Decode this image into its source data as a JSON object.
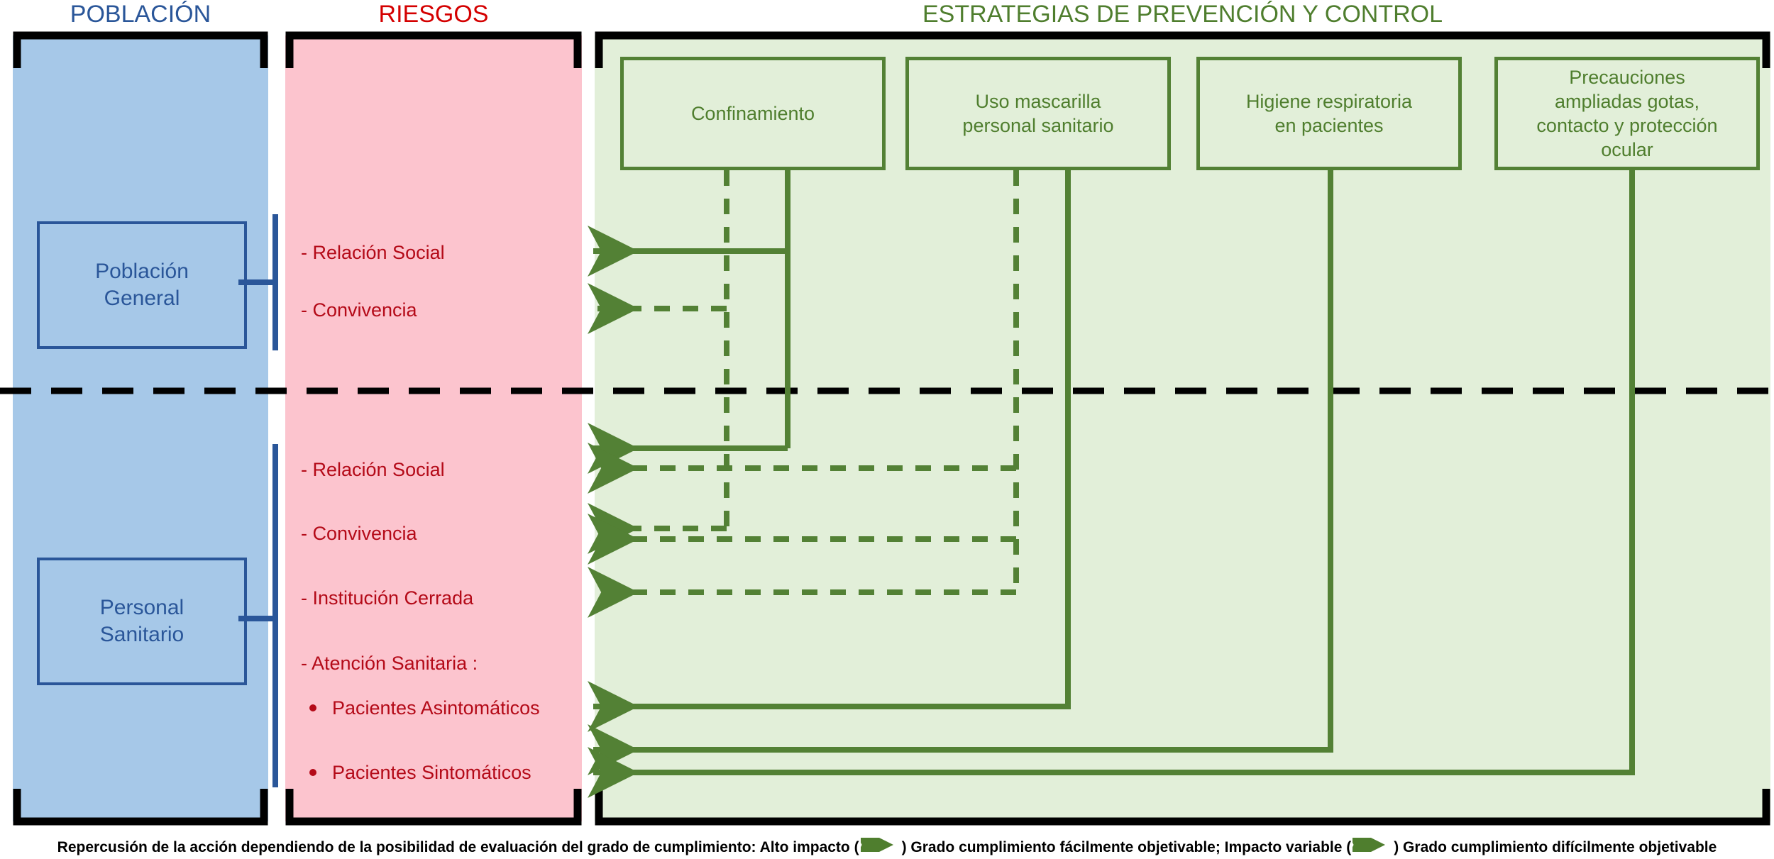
{
  "headers": {
    "poblacion": "POBLACIÓN",
    "riesgos": "RIESGOS",
    "estrategias": "ESTRATEGIAS DE PREVENCIÓN Y CONTROL"
  },
  "colors": {
    "blue_panel": "#a6c8e8",
    "pink_panel": "#fcc4ce",
    "green_panel": "#e2efd9",
    "blue_accent": "#2a5699",
    "red_accent": "#b40a18",
    "green_accent": "#538135",
    "header_green": "#4f7e2e",
    "header_red": "#d40000",
    "bracket_black": "#000000"
  },
  "population": {
    "groups": [
      {
        "label": "Población\nGeneral",
        "line1": "Población",
        "line2": "General"
      },
      {
        "label": "Personal\nSanitario",
        "line1": "Personal",
        "line2": "Sanitario"
      }
    ]
  },
  "risks": {
    "general": [
      {
        "text": "- Relación Social",
        "type": "dash"
      },
      {
        "text": "- Convivencia",
        "type": "dash"
      }
    ],
    "sanitario": [
      {
        "text": "- Relación Social",
        "type": "dash"
      },
      {
        "text": "- Convivencia",
        "type": "dash"
      },
      {
        "text": "- Institución Cerrada",
        "type": "dash"
      },
      {
        "text": "- Atención  Sanitaria :",
        "type": "dash"
      },
      {
        "text": "Pacientes  Asintomáticos",
        "type": "bullet"
      },
      {
        "text": "Pacientes  Sintomáticos",
        "type": "bullet"
      }
    ]
  },
  "strategies": [
    {
      "label": "Confinamiento",
      "lines": [
        "Confinamiento"
      ]
    },
    {
      "label": "Uso mascarilla personal sanitario",
      "lines": [
        "Uso mascarilla",
        "personal sanitario"
      ]
    },
    {
      "label": "Higiene respiratoria en pacientes",
      "lines": [
        "Higiene respiratoria",
        "en pacientes"
      ]
    },
    {
      "label": "Precauciones ampliadas gotas, contacto y protección ocular",
      "lines": [
        "Precauciones",
        "ampliadas gotas,",
        "contacto y protección",
        "ocular"
      ]
    }
  ],
  "connections": [
    {
      "from": "Confinamiento",
      "to": "Población General - Relación Social",
      "style": "solid"
    },
    {
      "from": "Confinamiento",
      "to": "Población General - Convivencia",
      "style": "dashed"
    },
    {
      "from": "Confinamiento",
      "to": "Personal Sanitario - Relación Social",
      "style": "solid"
    },
    {
      "from": "Confinamiento",
      "to": "Personal Sanitario - Convivencia",
      "style": "dashed"
    },
    {
      "from": "Uso mascarilla personal sanitario",
      "to": "Personal Sanitario - Relación Social",
      "style": "dashed"
    },
    {
      "from": "Uso mascarilla personal sanitario",
      "to": "Personal Sanitario - Convivencia",
      "style": "dashed"
    },
    {
      "from": "Uso mascarilla personal sanitario",
      "to": "Personal Sanitario - Institución Cerrada",
      "style": "dashed"
    },
    {
      "from": "Uso mascarilla personal sanitario",
      "to": "Pacientes Asintomáticos",
      "style": "solid"
    },
    {
      "from": "Higiene respiratoria en pacientes",
      "to": "Pacientes Sintomáticos",
      "style": "solid"
    },
    {
      "from": "Precauciones ampliadas gotas, contacto y protección ocular",
      "to": "Pacientes Sintomáticos",
      "style": "solid"
    }
  ],
  "legend": {
    "part1": "Repercusión de la acción dependiendo de la posibilidad de evaluación del grado de cumplimiento: Alto impacto (",
    "part2": ") Grado cumplimiento fácilmente objetivable; Impacto variable (",
    "part3": ") Grado cumplimiento difícilmente objetivable",
    "solid_arrow_name": "solid-arrow-icon",
    "dashed_arrow_name": "dashed-arrow-icon"
  }
}
